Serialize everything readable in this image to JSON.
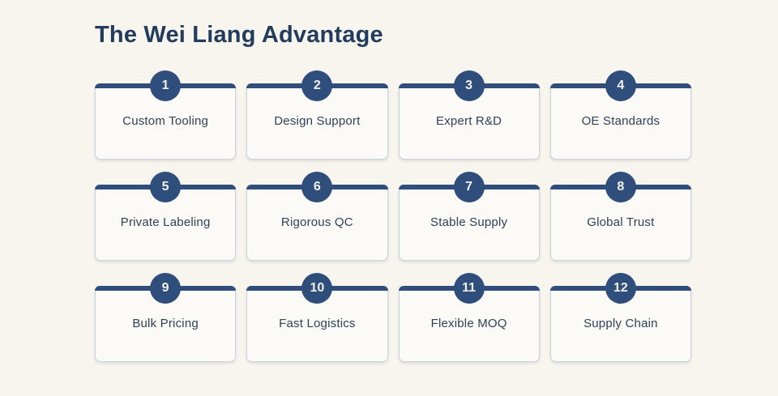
{
  "page": {
    "title": "The Wei Liang Advantage",
    "colors": {
      "background": "#f8f5ef",
      "accent_navy": "#2f4e7c",
      "title_text": "#223c5e",
      "card_background": "#fbfaf6",
      "card_border": "#ccd3dc",
      "badge_text": "#f3f0e9",
      "label_text": "#2f4256"
    }
  },
  "advantages": [
    {
      "number": "1",
      "label": "Custom Tooling"
    },
    {
      "number": "2",
      "label": "Design Support"
    },
    {
      "number": "3",
      "label": "Expert R&D"
    },
    {
      "number": "4",
      "label": "OE Standards"
    },
    {
      "number": "5",
      "label": "Private Labeling"
    },
    {
      "number": "6",
      "label": "Rigorous QC"
    },
    {
      "number": "7",
      "label": "Stable Supply"
    },
    {
      "number": "8",
      "label": "Global Trust"
    },
    {
      "number": "9",
      "label": "Bulk Pricing"
    },
    {
      "number": "10",
      "label": "Fast Logistics"
    },
    {
      "number": "11",
      "label": "Flexible MOQ"
    },
    {
      "number": "12",
      "label": "Supply Chain"
    }
  ]
}
